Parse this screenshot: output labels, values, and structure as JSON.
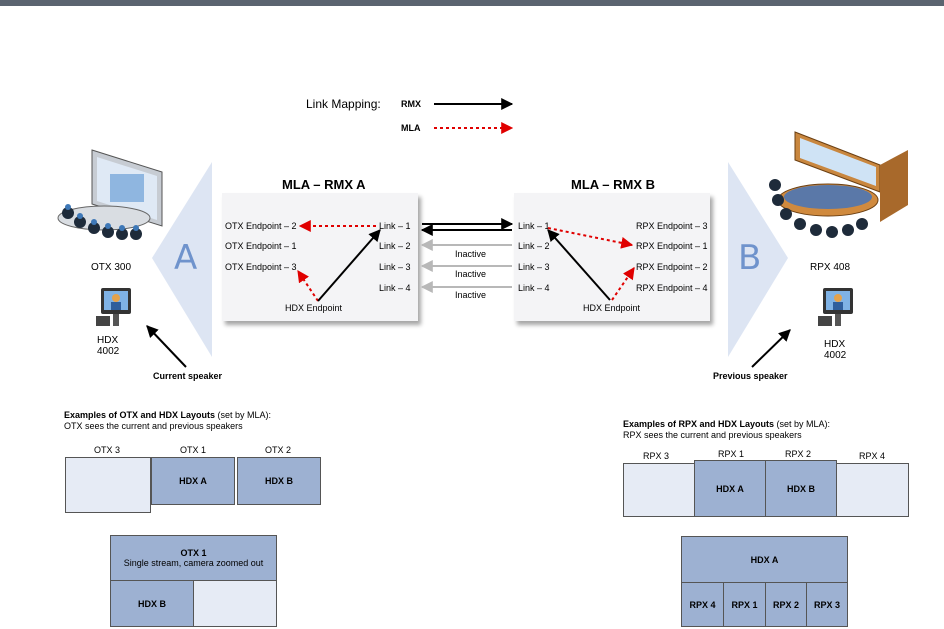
{
  "legend": {
    "title": "Link Mapping:",
    "rmx": "RMX",
    "mla": "MLA"
  },
  "left": {
    "panel_title": "MLA – RMX A",
    "endpoints": [
      "OTX Endpoint – 2",
      "OTX Endpoint – 1",
      "OTX Endpoint – 3"
    ],
    "links": [
      "Link – 1",
      "Link – 2",
      "Link – 3",
      "Link – 4"
    ],
    "hdx_label": "HDX Endpoint",
    "big_letter": "A",
    "room_label": "OTX 300",
    "hdx_device": "HDX\n4002",
    "speaker_label": "Current speaker"
  },
  "right": {
    "panel_title": "MLA – RMX B",
    "endpoints": [
      "RPX Endpoint – 3",
      "RPX Endpoint – 1",
      "RPX Endpoint – 2",
      "RPX Endpoint – 4"
    ],
    "links": [
      "Link – 1",
      "Link – 2",
      "Link – 3",
      "Link – 4"
    ],
    "hdx_label": "HDX Endpoint",
    "big_letter": "B",
    "room_label": "RPX 408",
    "hdx_device": "HDX\n4002",
    "speaker_label": "Previous speaker"
  },
  "inactive": [
    "Inactive",
    "Inactive",
    "Inactive"
  ],
  "otx_layouts": {
    "title_bold": "Examples of OTX and HDX Layouts",
    "title_rest": " (set by MLA):",
    "subtitle": "OTX sees the current and previous speakers",
    "col_labels": [
      "OTX 3",
      "OTX 1",
      "OTX 2"
    ],
    "row_boxes": [
      "",
      "HDX A",
      "HDX B"
    ],
    "bottom_top_bold": "OTX 1",
    "bottom_top_text": "Single stream, camera zoomed out",
    "bottom_left": "HDX B"
  },
  "rpx_layouts": {
    "title_bold": "Examples of RPX and HDX Layouts",
    "title_rest": " (set by MLA):",
    "subtitle": "RPX sees the current and previous speakers",
    "col_labels": [
      "RPX 3",
      "RPX 1",
      "RPX 2",
      "RPX 4"
    ],
    "row_boxes": [
      "",
      "HDX A",
      "HDX B",
      ""
    ],
    "bottom_top": "HDX A",
    "bottom_row": [
      "RPX 4",
      "RPX 1",
      "RPX 2",
      "RPX 3"
    ]
  },
  "colors": {
    "accent_blue": "#9db1d2",
    "light_blue": "#e6ebf5",
    "mla_red": "#e00000",
    "inactive_gray": "#b8b8b8",
    "arrow_fan": "#dde5f3"
  }
}
